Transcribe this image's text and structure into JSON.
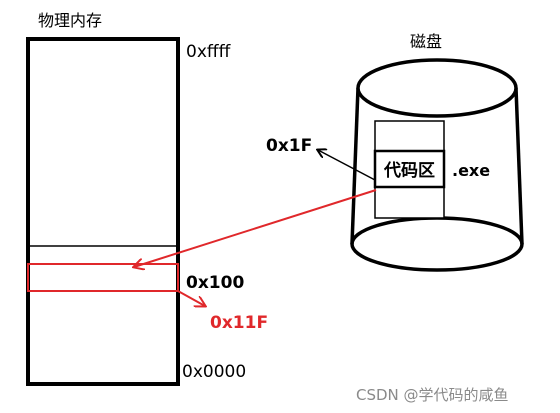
{
  "memory": {
    "title": "物理内存",
    "addr_top": "0xffff",
    "addr_code_start": "0x100",
    "addr_code_end": "0x11F",
    "addr_bottom": "0x0000"
  },
  "disk": {
    "title": "磁盘",
    "code_label": "代码区",
    "ext_label": ".exe",
    "offset_label": "0x1F"
  },
  "watermark": "CSDN @学代码的咸鱼",
  "colors": {
    "stroke": "#000000",
    "highlight": "#e0282b",
    "watermark": "#8a8a8a"
  }
}
